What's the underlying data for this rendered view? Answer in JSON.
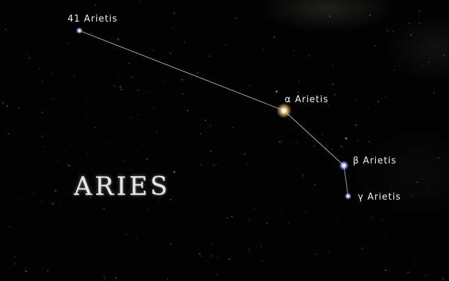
{
  "title": "ARIES",
  "stars": [
    {
      "id": "41",
      "label": "41 Arietis",
      "color": "#b9b6ff"
    },
    {
      "id": "alpha",
      "label": "α Arietis",
      "color": "#ffe3a8"
    },
    {
      "id": "beta",
      "label": "β Arietis",
      "color": "#d0d2ff"
    },
    {
      "id": "gamma",
      "label": "γ Arietis",
      "color": "#c2c4ff"
    }
  ],
  "colors": {
    "background": "#000000",
    "line": "#d8d8d8",
    "label": "#f2f2f2"
  }
}
